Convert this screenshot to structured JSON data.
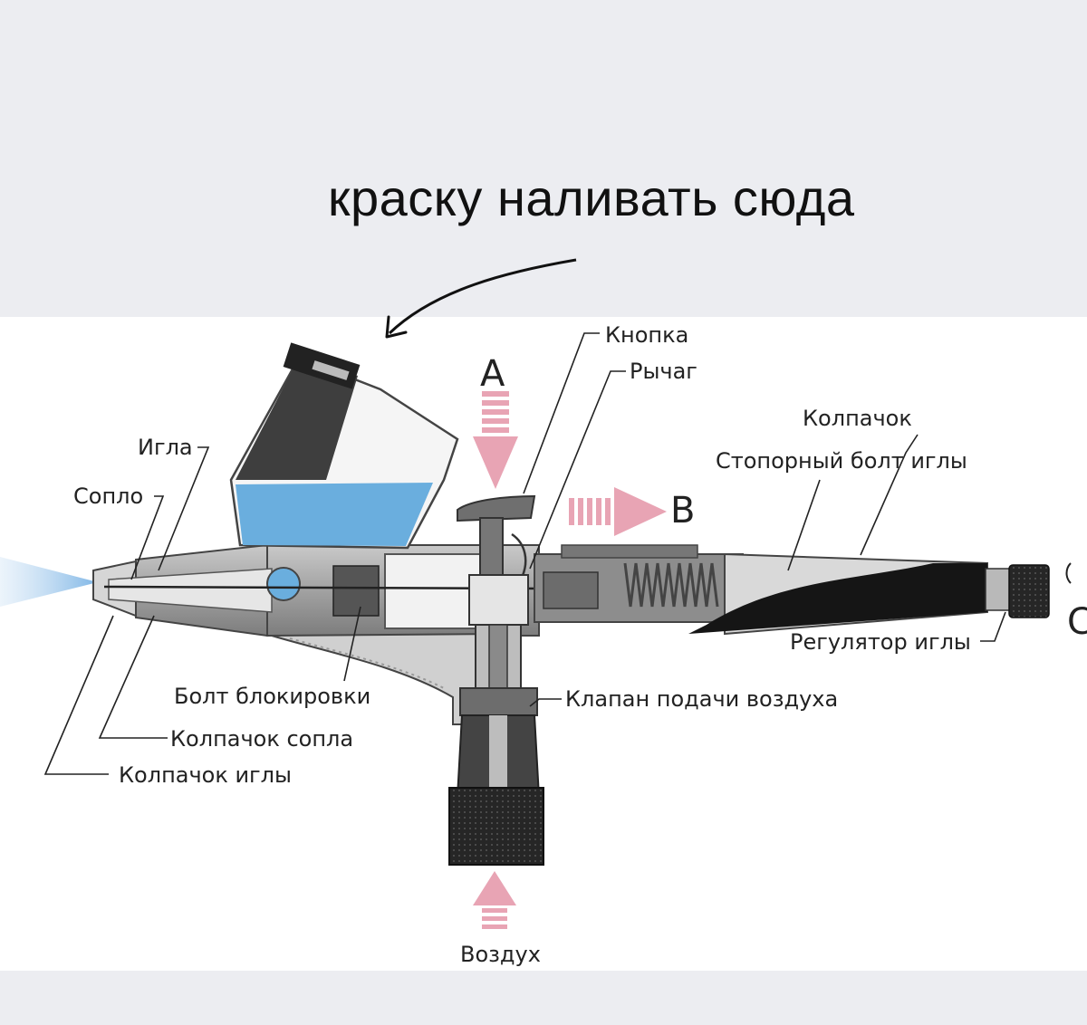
{
  "headline": "краску наливать сюда",
  "labels": {
    "button": "Кнопка",
    "lever": "Рычаг",
    "cap": "Колпачок",
    "needle_lock_bolt": "Стопорный болт иглы",
    "needle": "Игла",
    "nozzle": "Сопло",
    "lock_bolt": "Болт блокировки",
    "nozzle_cap": "Колпачок сопла",
    "needle_cap": "Колпачок иглы",
    "air_valve": "Клапан подачи воздуха",
    "needle_regulator": "Регулятор иглы",
    "air": "Воздух",
    "marker_a": "А",
    "marker_b": "В",
    "marker_c": "С"
  },
  "colors": {
    "paint": "#6aaede",
    "spray": "#7fb6e6",
    "flow_arrow": "#e8a4b4",
    "body": "#9a9a9a",
    "dark": "#2a2a2a"
  }
}
